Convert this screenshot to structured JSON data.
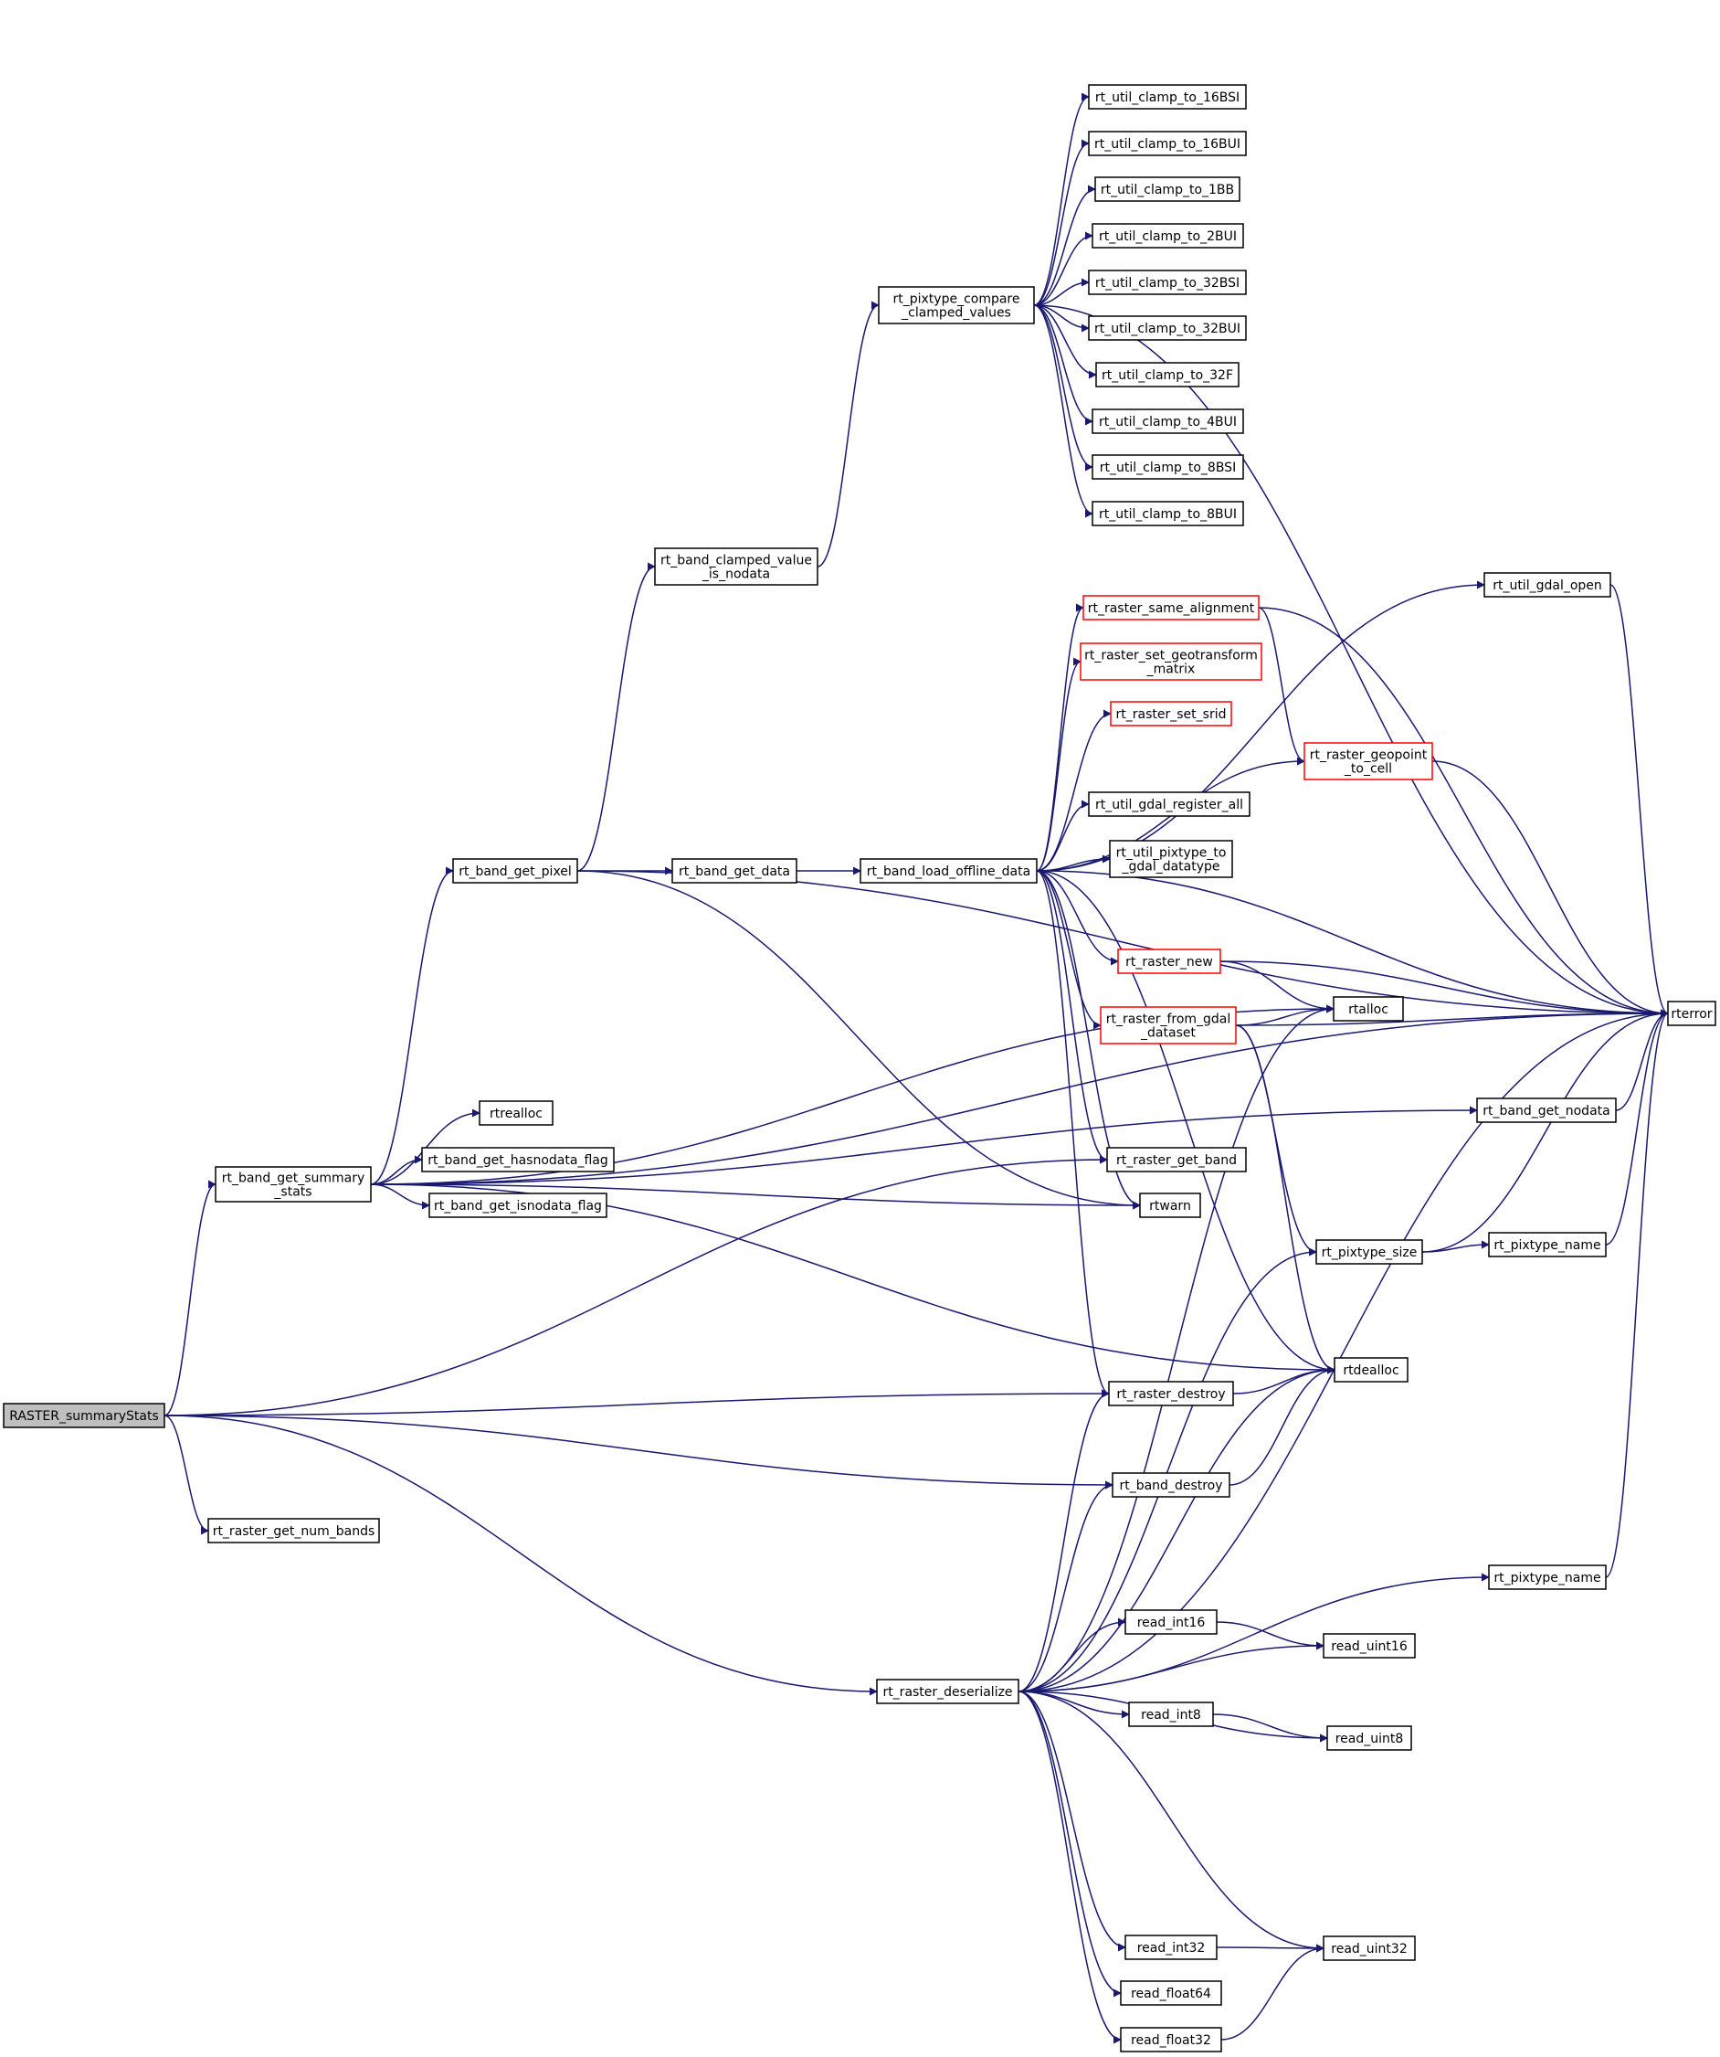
{
  "colors": {
    "edge": "#191970",
    "node_border": "#000000",
    "node_border_incomplete": "#ff0000",
    "root_fill": "#bfbfbf",
    "node_fill": "#ffffff"
  },
  "nodes": [
    {
      "id": "raster_summarystats",
      "lines": [
        "RASTER_summaryStats"
      ],
      "root": true
    },
    {
      "id": "rt_band_get_summary_stats",
      "lines": [
        "rt_band_get_summary",
        "_stats"
      ]
    },
    {
      "id": "rt_raster_get_num_bands",
      "lines": [
        "rt_raster_get_num_bands"
      ]
    },
    {
      "id": "rt_band_get_pixel",
      "lines": [
        "rt_band_get_pixel"
      ]
    },
    {
      "id": "rt_band_clamped_value_is_nodata",
      "lines": [
        "rt_band_clamped_value",
        "_is_nodata"
      ]
    },
    {
      "id": "rt_band_get_data",
      "lines": [
        "rt_band_get_data"
      ]
    },
    {
      "id": "rtrealloc",
      "lines": [
        "rtrealloc"
      ]
    },
    {
      "id": "rt_band_get_hasnodata_flag",
      "lines": [
        "rt_band_get_hasnodata_flag"
      ]
    },
    {
      "id": "rt_band_get_isnodata_flag",
      "lines": [
        "rt_band_get_isnodata_flag"
      ]
    },
    {
      "id": "rt_pixtype_compare_clamped_values",
      "lines": [
        "rt_pixtype_compare",
        "_clamped_values"
      ]
    },
    {
      "id": "rt_band_load_offline_data",
      "lines": [
        "rt_band_load_offline_data"
      ]
    },
    {
      "id": "rt_raster_deserialize",
      "lines": [
        "rt_raster_deserialize"
      ]
    },
    {
      "id": "rt_util_clamp_to_16bsi",
      "lines": [
        "rt_util_clamp_to_16BSI"
      ]
    },
    {
      "id": "rt_util_clamp_to_16bui",
      "lines": [
        "rt_util_clamp_to_16BUI"
      ]
    },
    {
      "id": "rt_util_clamp_to_1bb",
      "lines": [
        "rt_util_clamp_to_1BB"
      ]
    },
    {
      "id": "rt_util_clamp_to_2bui",
      "lines": [
        "rt_util_clamp_to_2BUI"
      ]
    },
    {
      "id": "rt_util_clamp_to_32bsi",
      "lines": [
        "rt_util_clamp_to_32BSI"
      ]
    },
    {
      "id": "rt_util_clamp_to_32bui",
      "lines": [
        "rt_util_clamp_to_32BUI"
      ]
    },
    {
      "id": "rt_util_clamp_to_32f",
      "lines": [
        "rt_util_clamp_to_32F"
      ]
    },
    {
      "id": "rt_util_clamp_to_4bui",
      "lines": [
        "rt_util_clamp_to_4BUI"
      ]
    },
    {
      "id": "rt_util_clamp_to_8bsi",
      "lines": [
        "rt_util_clamp_to_8BSI"
      ]
    },
    {
      "id": "rt_util_clamp_to_8bui",
      "lines": [
        "rt_util_clamp_to_8BUI"
      ]
    },
    {
      "id": "rt_raster_same_alignment",
      "lines": [
        "rt_raster_same_alignment"
      ],
      "incomplete": true
    },
    {
      "id": "rt_raster_set_geotransform_matrix",
      "lines": [
        "rt_raster_set_geotransform",
        "_matrix"
      ],
      "incomplete": true
    },
    {
      "id": "rt_raster_set_srid",
      "lines": [
        "rt_raster_set_srid"
      ],
      "incomplete": true
    },
    {
      "id": "rt_util_gdal_register_all",
      "lines": [
        "rt_util_gdal_register_all"
      ]
    },
    {
      "id": "rt_util_pixtype_to_gdal_datatype",
      "lines": [
        "rt_util_pixtype_to",
        "_gdal_datatype"
      ]
    },
    {
      "id": "rt_raster_new",
      "lines": [
        "rt_raster_new"
      ],
      "incomplete": true
    },
    {
      "id": "rt_raster_from_gdal_dataset",
      "lines": [
        "rt_raster_from_gdal",
        "_dataset"
      ],
      "incomplete": true
    },
    {
      "id": "rt_raster_get_band",
      "lines": [
        "rt_raster_get_band"
      ]
    },
    {
      "id": "rtwarn",
      "lines": [
        "rtwarn"
      ]
    },
    {
      "id": "rt_raster_destroy",
      "lines": [
        "rt_raster_destroy"
      ]
    },
    {
      "id": "rt_band_destroy",
      "lines": [
        "rt_band_destroy"
      ]
    },
    {
      "id": "read_int16",
      "lines": [
        "read_int16"
      ]
    },
    {
      "id": "read_int8",
      "lines": [
        "read_int8"
      ]
    },
    {
      "id": "read_int32",
      "lines": [
        "read_int32"
      ]
    },
    {
      "id": "read_float64",
      "lines": [
        "read_float64"
      ]
    },
    {
      "id": "read_float32",
      "lines": [
        "read_float32"
      ]
    },
    {
      "id": "rt_util_gdal_open",
      "lines": [
        "rt_util_gdal_open"
      ]
    },
    {
      "id": "rt_raster_geopoint_to_cell",
      "lines": [
        "rt_raster_geopoint",
        "_to_cell"
      ],
      "incomplete": true
    },
    {
      "id": "rtalloc",
      "lines": [
        "rtalloc"
      ]
    },
    {
      "id": "rt_band_get_nodata",
      "lines": [
        "rt_band_get_nodata"
      ]
    },
    {
      "id": "rt_pixtype_size",
      "lines": [
        "rt_pixtype_size"
      ]
    },
    {
      "id": "rtdealloc",
      "lines": [
        "rtdealloc"
      ]
    },
    {
      "id": "rt_pixtype_name_1",
      "lines": [
        "rt_pixtype_name"
      ]
    },
    {
      "id": "rt_pixtype_name_2",
      "lines": [
        "rt_pixtype_name"
      ]
    },
    {
      "id": "read_uint16",
      "lines": [
        "read_uint16"
      ]
    },
    {
      "id": "read_uint8",
      "lines": [
        "read_uint8"
      ]
    },
    {
      "id": "read_uint32",
      "lines": [
        "read_uint32"
      ]
    },
    {
      "id": "rterror",
      "lines": [
        "rterror"
      ]
    }
  ],
  "edges": [
    [
      "raster_summarystats",
      "rt_band_get_summary_stats"
    ],
    [
      "raster_summarystats",
      "rt_raster_get_num_bands"
    ],
    [
      "raster_summarystats",
      "rt_raster_deserialize"
    ],
    [
      "raster_summarystats",
      "rt_raster_destroy"
    ],
    [
      "raster_summarystats",
      "rt_band_destroy"
    ],
    [
      "raster_summarystats",
      "rt_raster_get_band"
    ],
    [
      "rt_band_get_summary_stats",
      "rt_band_get_pixel"
    ],
    [
      "rt_band_get_summary_stats",
      "rtrealloc"
    ],
    [
      "rt_band_get_summary_stats",
      "rt_band_get_hasnodata_flag"
    ],
    [
      "rt_band_get_summary_stats",
      "rt_band_get_isnodata_flag"
    ],
    [
      "rt_band_get_summary_stats",
      "rtalloc"
    ],
    [
      "rt_band_get_summary_stats",
      "rtwarn"
    ],
    [
      "rt_band_get_summary_stats",
      "rt_band_get_nodata"
    ],
    [
      "rt_band_get_summary_stats",
      "rterror"
    ],
    [
      "rt_band_get_summary_stats",
      "rtdealloc"
    ],
    [
      "rt_band_get_pixel",
      "rt_band_clamped_value_is_nodata"
    ],
    [
      "rt_band_get_pixel",
      "rt_band_get_data"
    ],
    [
      "rt_band_get_pixel",
      "rtwarn"
    ],
    [
      "rt_band_get_pixel",
      "rterror"
    ],
    [
      "rt_band_clamped_value_is_nodata",
      "rt_pixtype_compare_clamped_values"
    ],
    [
      "rt_band_get_data",
      "rt_band_load_offline_data"
    ],
    [
      "rt_pixtype_compare_clamped_values",
      "rt_util_clamp_to_16bsi"
    ],
    [
      "rt_pixtype_compare_clamped_values",
      "rt_util_clamp_to_16bui"
    ],
    [
      "rt_pixtype_compare_clamped_values",
      "rt_util_clamp_to_1bb"
    ],
    [
      "rt_pixtype_compare_clamped_values",
      "rt_util_clamp_to_2bui"
    ],
    [
      "rt_pixtype_compare_clamped_values",
      "rt_util_clamp_to_32bsi"
    ],
    [
      "rt_pixtype_compare_clamped_values",
      "rt_util_clamp_to_32bui"
    ],
    [
      "rt_pixtype_compare_clamped_values",
      "rt_util_clamp_to_32f"
    ],
    [
      "rt_pixtype_compare_clamped_values",
      "rt_util_clamp_to_4bui"
    ],
    [
      "rt_pixtype_compare_clamped_values",
      "rt_util_clamp_to_8bsi"
    ],
    [
      "rt_pixtype_compare_clamped_values",
      "rt_util_clamp_to_8bui"
    ],
    [
      "rt_pixtype_compare_clamped_values",
      "rterror"
    ],
    [
      "rt_band_load_offline_data",
      "rt_util_gdal_open"
    ],
    [
      "rt_band_load_offline_data",
      "rt_raster_same_alignment"
    ],
    [
      "rt_band_load_offline_data",
      "rt_raster_set_geotransform_matrix"
    ],
    [
      "rt_band_load_offline_data",
      "rt_raster_set_srid"
    ],
    [
      "rt_band_load_offline_data",
      "rt_raster_geopoint_to_cell"
    ],
    [
      "rt_band_load_offline_data",
      "rt_util_gdal_register_all"
    ],
    [
      "rt_band_load_offline_data",
      "rt_util_pixtype_to_gdal_datatype"
    ],
    [
      "rt_band_load_offline_data",
      "rterror"
    ],
    [
      "rt_band_load_offline_data",
      "rt_raster_new"
    ],
    [
      "rt_band_load_offline_data",
      "rt_raster_from_gdal_dataset"
    ],
    [
      "rt_band_load_offline_data",
      "rt_raster_get_band"
    ],
    [
      "rt_band_load_offline_data",
      "rtwarn"
    ],
    [
      "rt_band_load_offline_data",
      "rt_raster_destroy"
    ],
    [
      "rt_band_load_offline_data",
      "rtdealloc"
    ],
    [
      "rt_raster_same_alignment",
      "rt_raster_geopoint_to_cell"
    ],
    [
      "rt_raster_same_alignment",
      "rterror"
    ],
    [
      "rt_raster_geopoint_to_cell",
      "rterror"
    ],
    [
      "rt_util_gdal_open",
      "rterror"
    ],
    [
      "rt_raster_new",
      "rtalloc"
    ],
    [
      "rt_raster_new",
      "rterror"
    ],
    [
      "rt_raster_from_gdal_dataset",
      "rtalloc"
    ],
    [
      "rt_raster_from_gdal_dataset",
      "rterror"
    ],
    [
      "rt_raster_from_gdal_dataset",
      "rt_pixtype_size"
    ],
    [
      "rt_raster_from_gdal_dataset",
      "rtdealloc"
    ],
    [
      "rt_band_get_nodata",
      "rterror"
    ],
    [
      "rt_pixtype_size",
      "rt_pixtype_name_1"
    ],
    [
      "rt_pixtype_size",
      "rterror"
    ],
    [
      "rt_pixtype_name_1",
      "rterror"
    ],
    [
      "rt_pixtype_name_2",
      "rterror"
    ],
    [
      "rt_raster_destroy",
      "rtdealloc"
    ],
    [
      "rt_band_destroy",
      "rtdealloc"
    ],
    [
      "rt_raster_deserialize",
      "rt_raster_destroy"
    ],
    [
      "rt_raster_deserialize",
      "rt_band_destroy"
    ],
    [
      "rt_raster_deserialize",
      "rtalloc"
    ],
    [
      "rt_raster_deserialize",
      "rt_pixtype_size"
    ],
    [
      "rt_raster_deserialize",
      "rtdealloc"
    ],
    [
      "rt_raster_deserialize",
      "read_int16"
    ],
    [
      "rt_raster_deserialize",
      "read_uint16"
    ],
    [
      "rt_raster_deserialize",
      "read_int8"
    ],
    [
      "rt_raster_deserialize",
      "read_uint8"
    ],
    [
      "rt_raster_deserialize",
      "rt_pixtype_name_2"
    ],
    [
      "rt_raster_deserialize",
      "rterror"
    ],
    [
      "rt_raster_deserialize",
      "read_int32"
    ],
    [
      "rt_raster_deserialize",
      "read_uint32"
    ],
    [
      "rt_raster_deserialize",
      "read_float64"
    ],
    [
      "rt_raster_deserialize",
      "read_float32"
    ],
    [
      "read_int16",
      "read_uint16"
    ],
    [
      "read_int8",
      "read_uint8"
    ],
    [
      "read_int32",
      "read_uint32"
    ],
    [
      "read_float32",
      "read_uint32"
    ]
  ]
}
